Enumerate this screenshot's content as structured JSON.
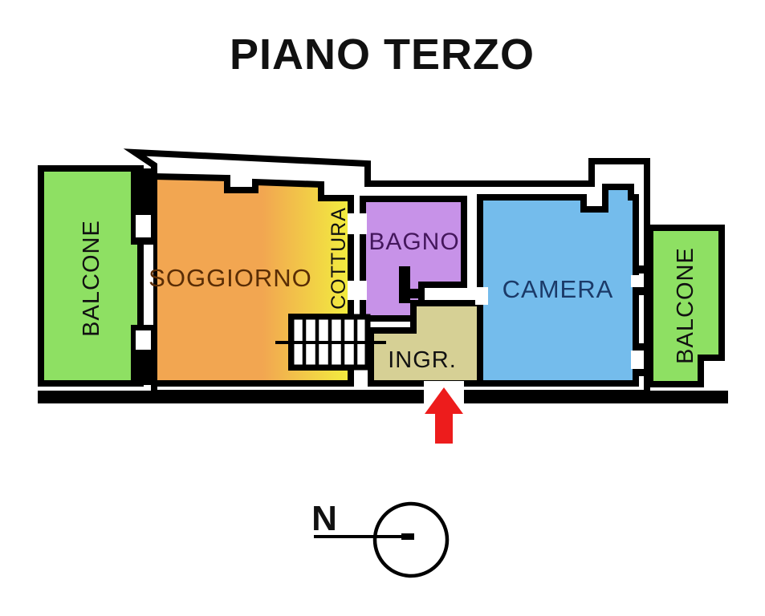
{
  "title": "PIANO TERZO",
  "floor_plan": {
    "rooms": [
      {
        "name": "balcone-left",
        "label": "BALCONE",
        "color": "#8ee063",
        "label_color": "#111111"
      },
      {
        "name": "soggiorno",
        "label": "SOGGIORNO",
        "color": "#f2a651",
        "label_color": "#5a2d05"
      },
      {
        "name": "cottura",
        "label": "COTTURA",
        "color": "#f2ee3e",
        "label_color": "#111111"
      },
      {
        "name": "bagno",
        "label": "BAGNO",
        "color": "#c792e8",
        "label_color": "#44175c"
      },
      {
        "name": "ingresso",
        "label": "INGR.",
        "color": "#d6d095",
        "label_color": "#111111"
      },
      {
        "name": "camera",
        "label": "CAMERA",
        "color": "#74bcec",
        "label_color": "#1b3a68"
      },
      {
        "name": "balcone-right",
        "label": "BALCONE",
        "color": "#8ee063",
        "label_color": "#111111"
      }
    ],
    "wall_color": "#000000",
    "background_color": "#ffffff",
    "entrance_arrow": {
      "direction": "up",
      "color": "#ed1c1c"
    },
    "compass": {
      "label": "N"
    }
  }
}
